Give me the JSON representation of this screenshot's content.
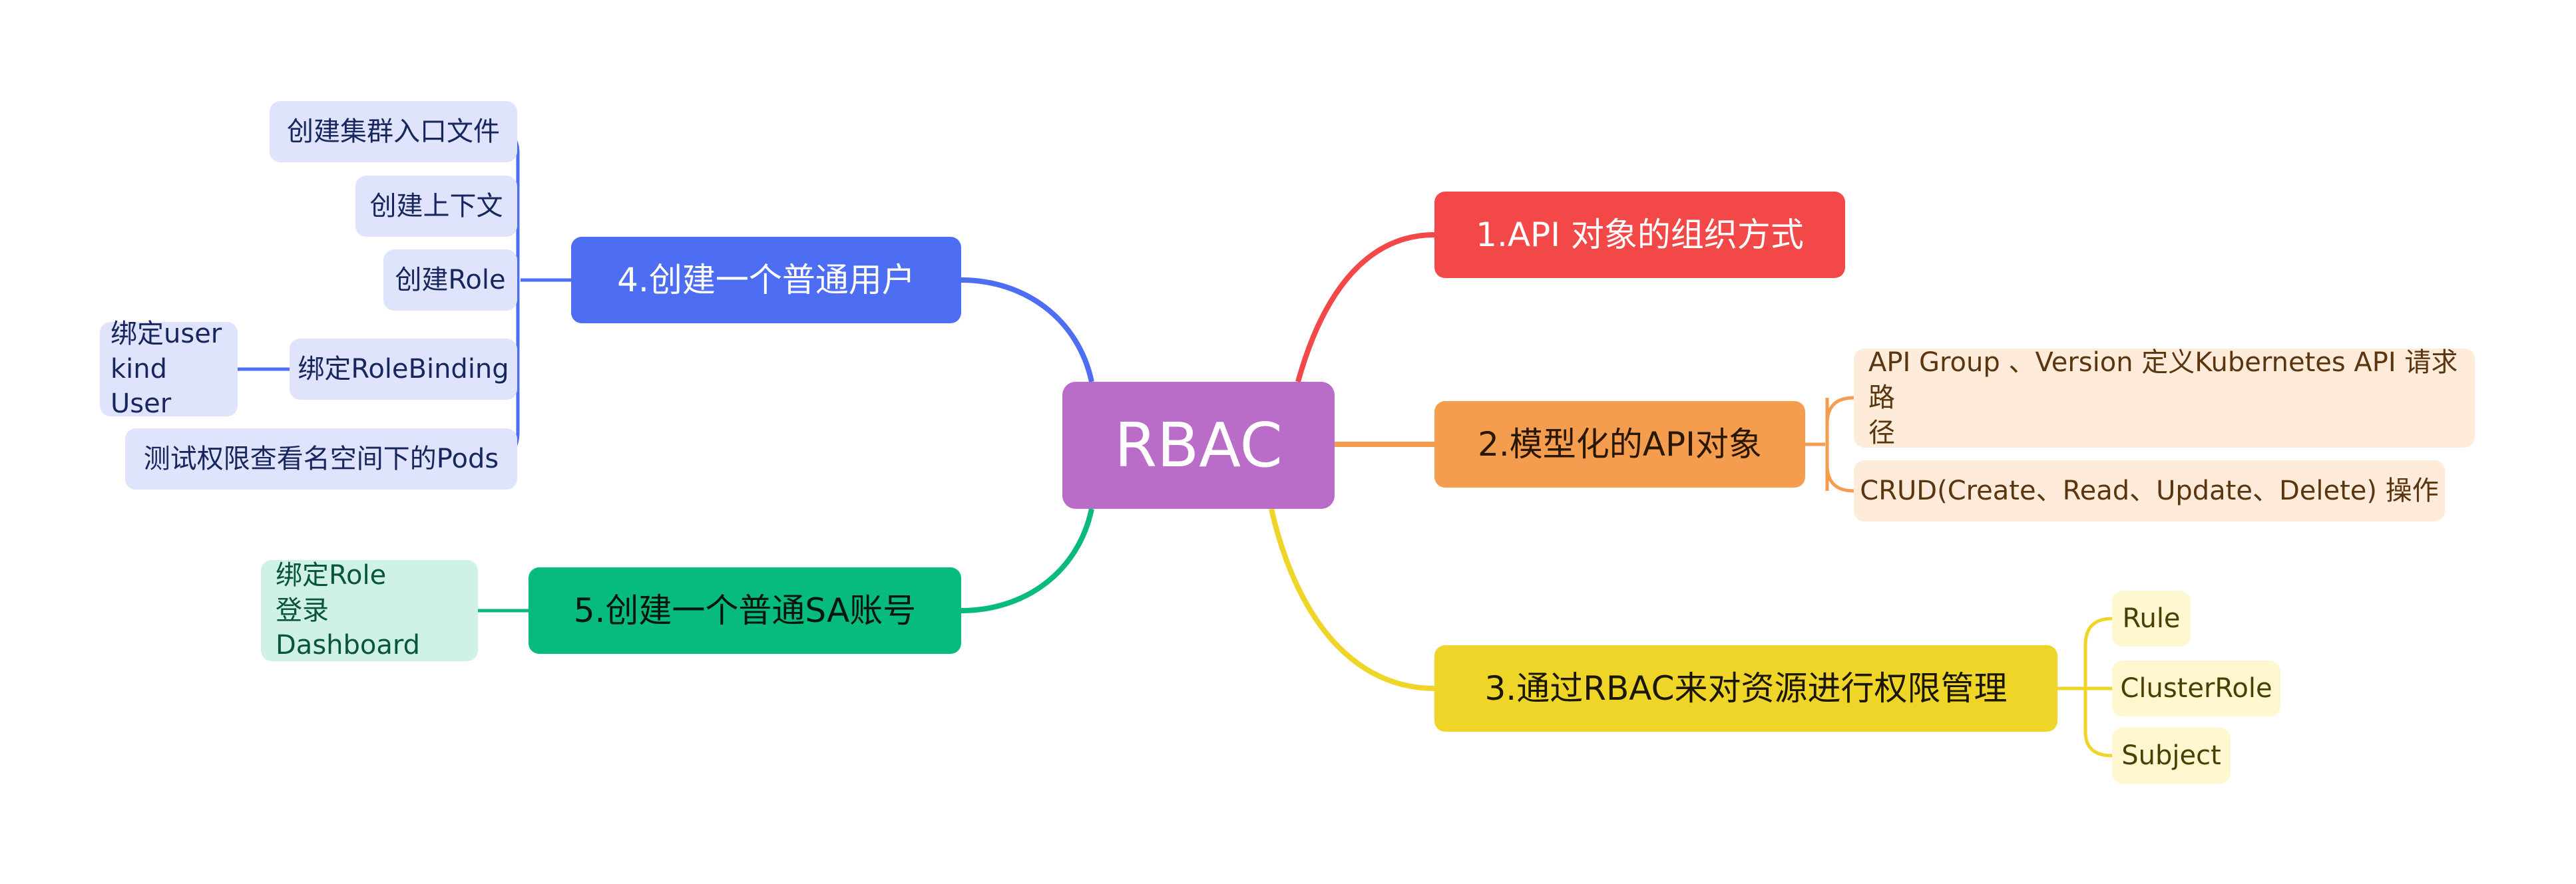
{
  "root": {
    "label": "RBAC",
    "color": "#b96cc8"
  },
  "branches": [
    {
      "id": "b1",
      "label": "1.API 对象的组织方式",
      "color": "#f24848",
      "side": "right",
      "children": []
    },
    {
      "id": "b2",
      "label": "2.模型化的API对象",
      "color": "#f59d4f",
      "side": "right",
      "children": [
        {
          "lines": [
            "API Group 、Version 定义Kubernetes API 请求路",
            "径"
          ]
        },
        {
          "lines": [
            "CRUD(Create、Read、Update、Delete) 操作"
          ]
        }
      ]
    },
    {
      "id": "b3",
      "label": "3.通过RBAC来对资源进行权限管理",
      "color": "#f0d529",
      "side": "right",
      "children": [
        {
          "lines": [
            "Rule"
          ]
        },
        {
          "lines": [
            "ClusterRole"
          ]
        },
        {
          "lines": [
            "Subject"
          ]
        }
      ]
    },
    {
      "id": "b4",
      "label": "4.创建一个普通用户",
      "color": "#4d6df2",
      "side": "left",
      "children": [
        {
          "lines": [
            "创建集群入口文件"
          ]
        },
        {
          "lines": [
            "创建上下文"
          ]
        },
        {
          "lines": [
            "创建Role"
          ]
        },
        {
          "lines": [
            "绑定RoleBinding"
          ],
          "children": [
            {
              "lines": [
                "绑定user",
                "kind User"
              ]
            }
          ]
        },
        {
          "lines": [
            "测试权限查看名空间下的Pods"
          ]
        }
      ]
    },
    {
      "id": "b5",
      "label": "5.创建一个普通SA账号",
      "color": "#06bb7c",
      "side": "left",
      "children": [
        {
          "lines": [
            "绑定Role",
            "登录Dashboard"
          ]
        }
      ]
    }
  ]
}
